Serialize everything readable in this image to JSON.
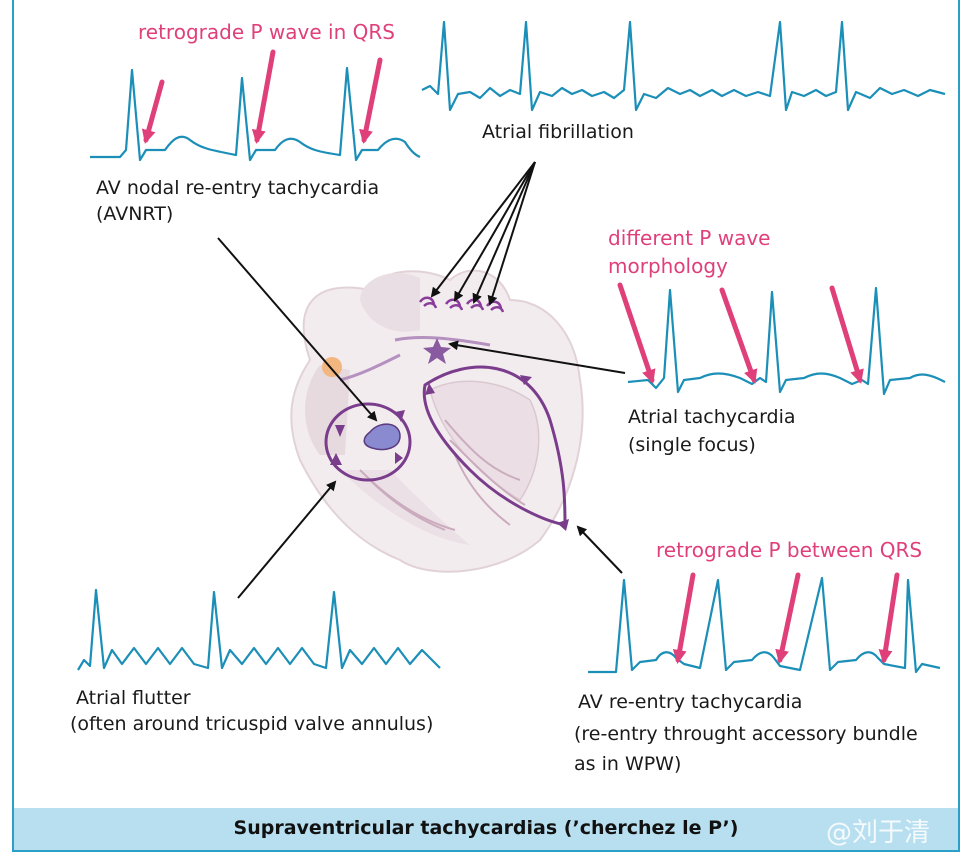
{
  "labels": {
    "avnrt_pink": "retrograde P wave in QRS",
    "avnrt_1": "AV nodal re-entry tachycardia",
    "avnrt_2": "(AVNRT)",
    "af": "Atrial fibrillation",
    "at_pink_1": "different P wave",
    "at_pink_2": "morphology",
    "at_1": "Atrial tachycardia",
    "at_2": "(single focus)",
    "avrt_pink": "retrograde P between QRS",
    "flutter_1": "Atrial flutter",
    "flutter_2": "(often around tricuspid valve annulus)",
    "avrt_1": "AV re-entry tachycardia",
    "avrt_2": "(re-entry throught accessory bundle",
    "avrt_3": "as in WPW)"
  },
  "footer": {
    "title": "Supraventricular tachycardias (’cherchez le P’)",
    "watermark": "@刘于清"
  },
  "colors": {
    "ecg": "#1b8fb8",
    "pink": "#e0407a",
    "pathway": "#7a3d8c",
    "heart": "#efe6ea",
    "footer_bg": "#b8dff0"
  }
}
